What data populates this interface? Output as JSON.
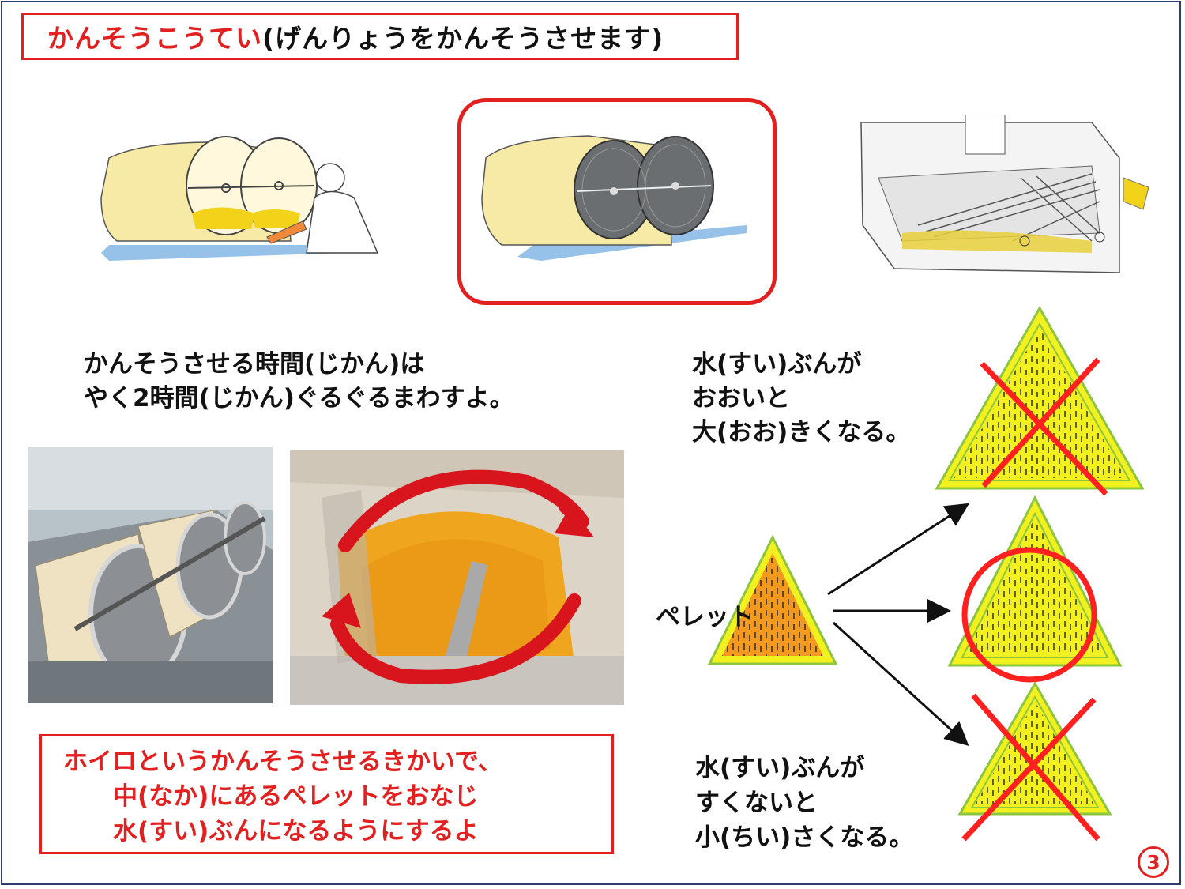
{
  "title": {
    "red_part": "かんそうこうてい",
    "black_part": "(げんりょうをかんそうさせます)"
  },
  "drying_time": {
    "line1": "かんそうさせる時間(じかん)は",
    "line2": "やく2時間(じかん)ぐるぐるまわすよ。"
  },
  "high_moisture": {
    "line1": "水(すい)ぶんが",
    "line2": "おおいと",
    "line3": "大(おお)きくなる。"
  },
  "low_moisture": {
    "line1": "水(すい)ぶんが",
    "line2": "すくないと",
    "line3": "小(ちい)さくなる。"
  },
  "pellet_label": "ペレット",
  "note": {
    "line1": "ホイロというかんそうさせるきかいで、",
    "line2": "中(なか)にあるペレットをおなじ",
    "line3": "水(すい)ぶんになるようにするよ"
  },
  "page_number": "3",
  "colors": {
    "accent_red": "#e32020",
    "pellet_orange": "#f39a1e",
    "yellow": "#f3f020",
    "green": "#8cc63f"
  },
  "icons": {
    "wrong_mark": "x-mark-icon",
    "correct_mark": "circle-mark-icon",
    "rotation": "rotation-arrows-icon"
  }
}
